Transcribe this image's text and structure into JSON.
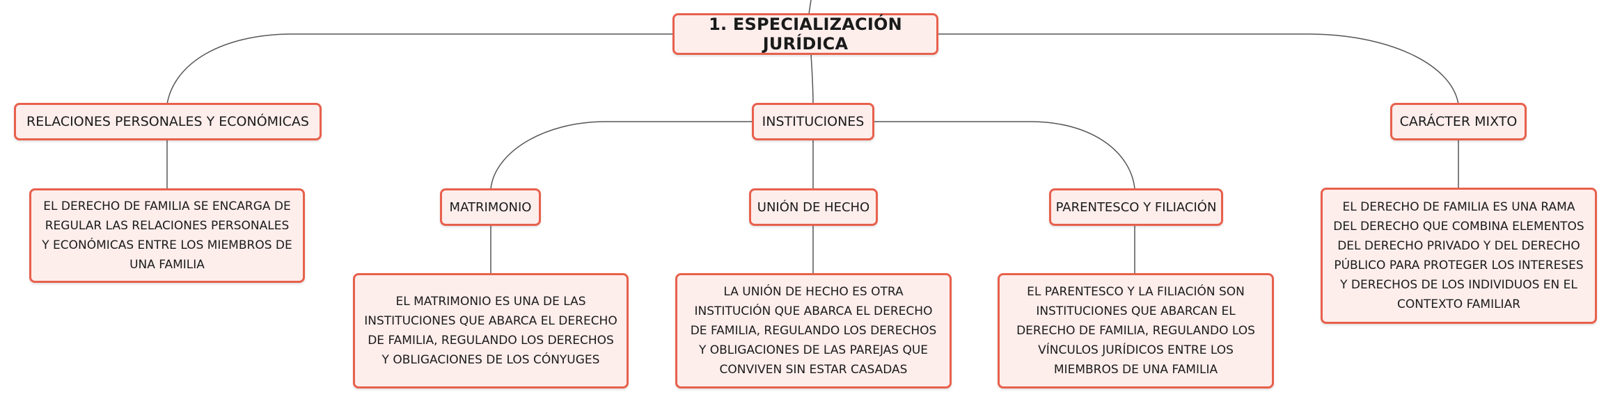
{
  "colors": {
    "border": "#e8604c",
    "fill": "#fdeeec",
    "line": "#555555"
  },
  "root": {
    "title": "1. ESPECIALIZACIÓN JURÍDICA"
  },
  "branches": {
    "relaciones": {
      "label": "RELACIONES PERSONALES Y ECONÓMICAS",
      "description": "EL DERECHO DE FAMILIA SE ENCARGA DE REGULAR LAS RELACIONES PERSONALES Y ECONÓMICAS ENTRE LOS MIEMBROS DE UNA FAMILIA"
    },
    "instituciones": {
      "label": "INSTITUCIONES",
      "children": {
        "matrimonio": {
          "label": "MATRIMONIO",
          "description": "EL MATRIMONIO ES UNA DE LAS INSTITUCIONES QUE ABARCA EL DERECHO DE FAMILIA, REGULANDO LOS DERECHOS Y OBLIGACIONES DE LOS CÓNYUGES"
        },
        "union": {
          "label": "UNIÓN DE HECHO",
          "description": "LA UNIÓN DE HECHO ES OTRA INSTITUCIÓN QUE ABARCA EL DERECHO DE FAMILIA, REGULANDO LOS DERECHOS Y OBLIGACIONES DE LAS PAREJAS QUE CONVIVEN SIN ESTAR CASADAS"
        },
        "parentesco": {
          "label": "PARENTESCO Y FILIACIÓN",
          "description": "EL PARENTESCO Y LA FILIACIÓN SON INSTITUCIONES QUE ABARCAN EL DERECHO DE FAMILIA, REGULANDO LOS VÍNCULOS JURÍDICOS ENTRE LOS MIEMBROS DE UNA FAMILIA"
        }
      }
    },
    "mixto": {
      "label": "CARÁCTER MIXTO",
      "description": "EL DERECHO DE FAMILIA ES UNA RAMA DEL DERECHO QUE COMBINA ELEMENTOS DEL DERECHO PRIVADO Y DEL DERECHO PÚBLICO PARA PROTEGER LOS INTERESES Y DERECHOS DE LOS INDIVIDUOS EN EL CONTEXTO FAMILIAR"
    }
  }
}
